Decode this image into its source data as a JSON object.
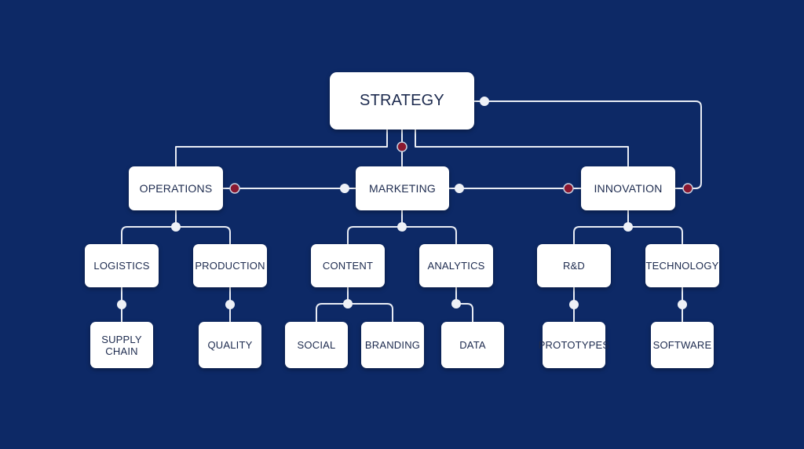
{
  "colors": {
    "background": "#0d2966",
    "node_fill": "#ffffff",
    "node_text": "#1c2a4e",
    "connector": "#e8ecf4",
    "accent_dot": "#8a1830"
  },
  "nodes": {
    "strategy": "STRATEGY",
    "operations": "OPERATIONS",
    "marketing": "MARKETING",
    "innovation": "INNOVATION",
    "logistics": "LOGISTICS",
    "production": "PRODUCTION",
    "content": "CONTENT",
    "analytics": "ANALYTICS",
    "rnd": "R&D",
    "technology": "TECHNOLOGY",
    "supply_chain": "SUPPLY\nCHAIN",
    "quality": "QUALITY",
    "social": "SOCIAL",
    "branding": "BRANDING",
    "data": "DATA",
    "prototypes": "PROTOTYPES",
    "software": "SOFTWARE"
  }
}
